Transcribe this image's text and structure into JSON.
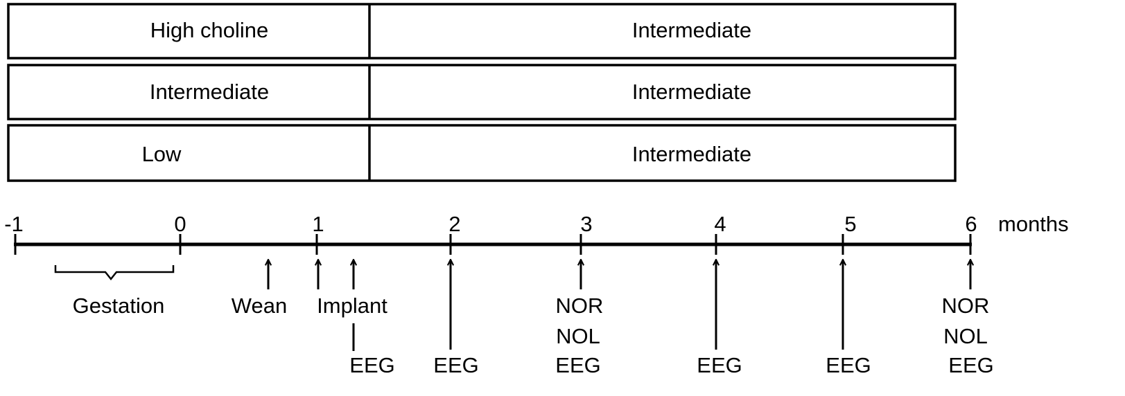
{
  "diet_rows": [
    {
      "early": "High choline",
      "later": "Intermediate"
    },
    {
      "early": "Intermediate",
      "later": "Intermediate"
    },
    {
      "early": "Low",
      "later": "Intermediate"
    }
  ],
  "timeline": {
    "unit_label": "months",
    "ticks": [
      "-1",
      "0",
      "1",
      "2",
      "3",
      "4",
      "5",
      "6"
    ],
    "gestation_label": "Gestation",
    "wean_label": "Wean",
    "implant_label": "Implant",
    "implant_eeg_label": "EEG",
    "events": [
      {
        "month": "2",
        "labels": [
          "EEG"
        ]
      },
      {
        "month": "3",
        "labels": [
          "NOR",
          "NOL",
          "EEG"
        ]
      },
      {
        "month": "4",
        "labels": [
          "EEG"
        ]
      },
      {
        "month": "5",
        "labels": [
          "EEG"
        ]
      },
      {
        "month": "6",
        "labels": [
          "NOR",
          "NOL",
          "EEG"
        ]
      }
    ]
  }
}
